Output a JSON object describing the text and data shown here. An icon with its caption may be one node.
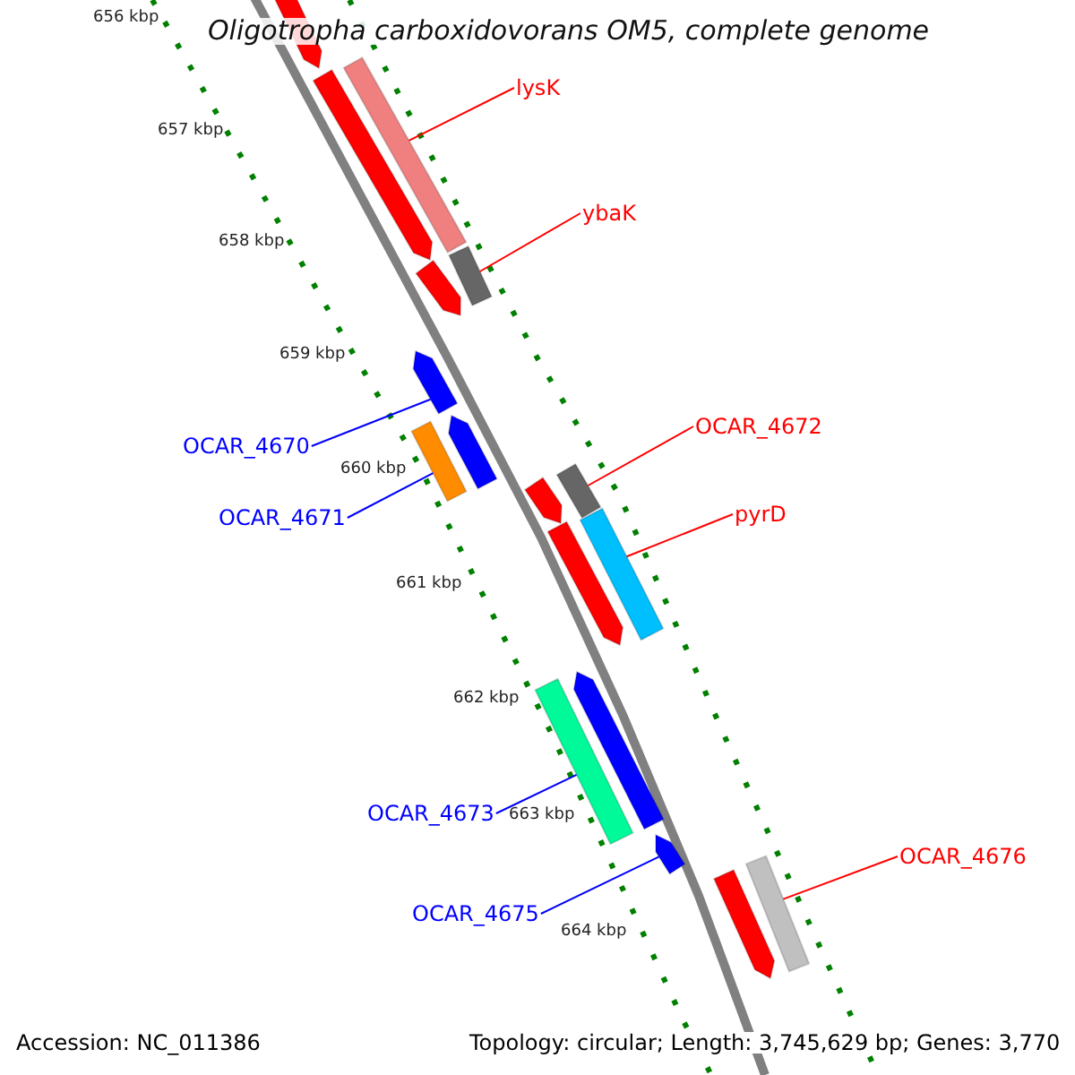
{
  "diagram": {
    "title": "Oligotropha carboxidovorans OM5, complete genome",
    "nodes": [
      {
        "text": [],
        "shape": "arrow"
      },
      {
        "text": [],
        "shape": "arrow"
      },
      {
        "text": [
          "lysK"
        ]
      },
      {
        "text": [],
        "shape": "bar"
      },
      {
        "text": [
          "ybaK"
        ]
      },
      {
        "text": [],
        "shape": "bar"
      },
      {
        "text": [],
        "shape": "arrow"
      },
      {
        "text": [],
        "shape": "arrow"
      },
      {
        "text": [
          "OCAR_4670"
        ]
      },
      {
        "text": [],
        "shape": "arrow"
      },
      {
        "text": [
          "OCAR_4671"
        ]
      },
      {
        "text": [],
        "shape": "bar"
      },
      {
        "text": [
          "OCAR_4672"
        ]
      },
      {
        "text": [],
        "shape": "bar"
      },
      {
        "text": [],
        "shape": "arrow"
      },
      {
        "text": [
          "pyrD"
        ]
      },
      {
        "text": [],
        "shape": "arrow"
      },
      {
        "text": [],
        "shape": "bar"
      },
      {
        "text": [],
        "shape": "bar"
      },
      {
        "text": [],
        "shape": "arrow"
      },
      {
        "text": [
          "OCAR_4673"
        ]
      },
      {
        "text": [],
        "shape": "arrow"
      },
      {
        "text": [
          "OCAR_4675"
        ]
      },
      {
        "text": [
          "OCAR_4676"
        ]
      },
      {
        "text": [],
        "shape": "arrow"
      },
      {
        "text": [],
        "shape": "bar"
      }
    ],
    "edges": [
      {
        "from": 2,
        "to": 3,
        "arrow": "none",
        "color": "#ff0000"
      },
      {
        "from": 4,
        "to": 5,
        "arrow": "none",
        "color": "#ff0000"
      },
      {
        "from": 8,
        "to": 7,
        "arrow": "none",
        "color": "#0000ff"
      },
      {
        "from": 10,
        "to": 11,
        "arrow": "none",
        "color": "#0000ff"
      },
      {
        "from": 12,
        "to": 13,
        "arrow": "none",
        "color": "#ff0000"
      },
      {
        "from": 15,
        "to": 17,
        "arrow": "none",
        "color": "#ff0000"
      },
      {
        "from": 20,
        "to": 18,
        "arrow": "none",
        "color": "#0000ff"
      },
      {
        "from": 22,
        "to": 21,
        "arrow": "none",
        "color": "#0000ff"
      },
      {
        "from": 23,
        "to": 25,
        "arrow": "none",
        "color": "#ff0000"
      }
    ],
    "labels": [
      "656 kbp",
      "657 kbp",
      "658 kbp",
      "659 kbp",
      "660 kbp",
      "661 kbp",
      "662 kbp",
      "663 kbp",
      "664 kbp",
      "Accession: NC_011386",
      "Topology: circular; Length: 3,745,629 bp; Genes: 3,770"
    ]
  }
}
